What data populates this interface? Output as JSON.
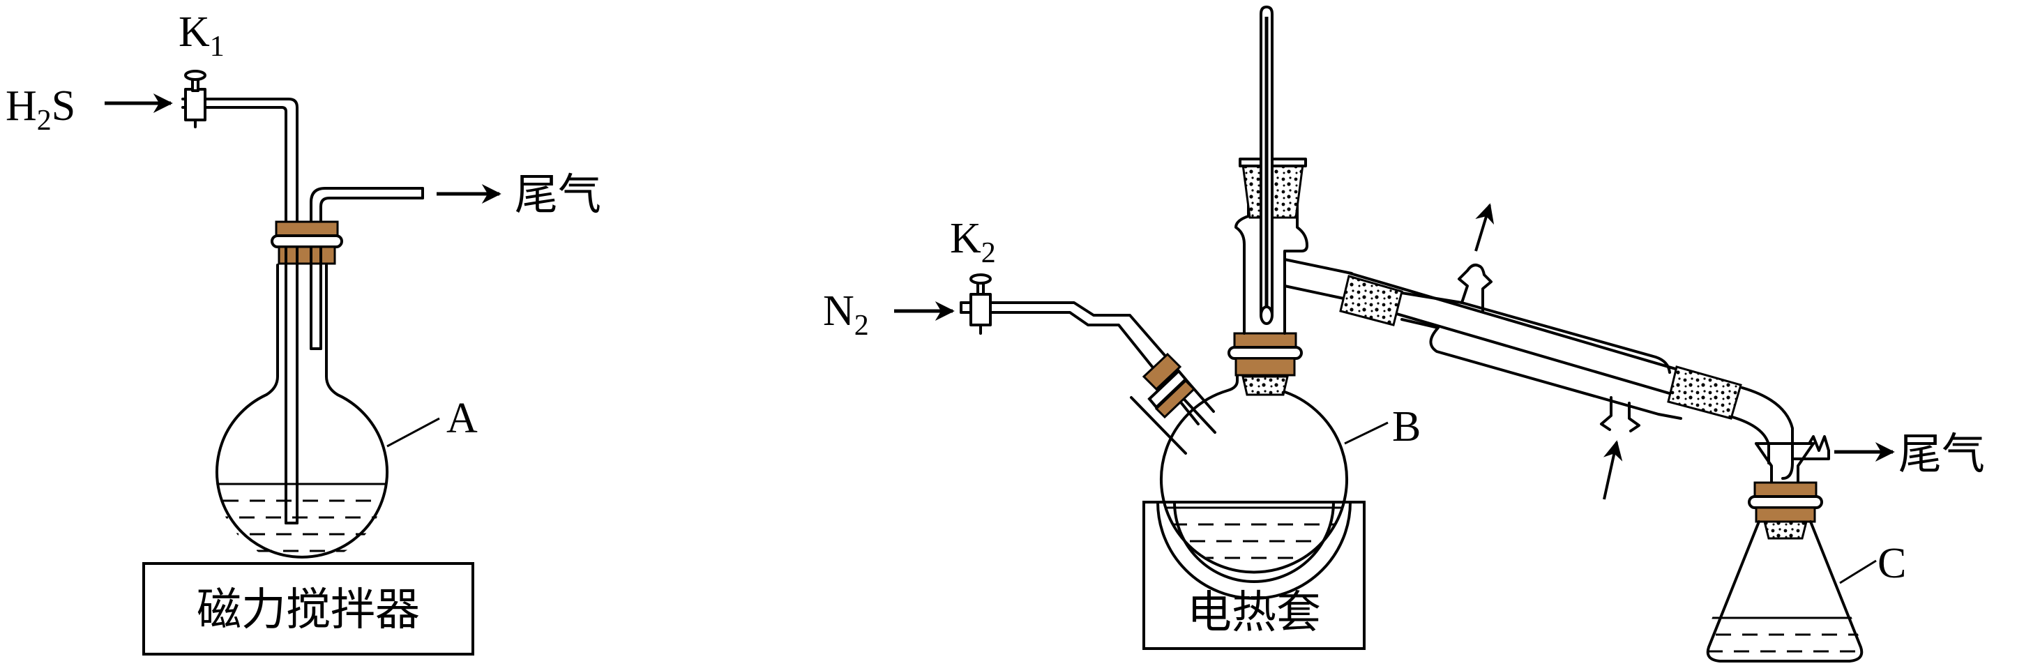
{
  "colors": {
    "stopper": "#b07a43",
    "ink": "#000000",
    "background": "#ffffff"
  },
  "apparatus_a": {
    "gas_in": {
      "sym": "H",
      "sub": "2",
      "tail": "S"
    },
    "valve": {
      "sym": "K",
      "sub": "1"
    },
    "exhaust": "尾气",
    "flask_label": "A",
    "stirrer": "磁力搅拌器"
  },
  "apparatus_b": {
    "gas_in": {
      "sym": "N",
      "sub": "2"
    },
    "valve": {
      "sym": "K",
      "sub": "2"
    },
    "flask_label": "B",
    "heater": "电热套",
    "exhaust": "尾气",
    "receiver_label": "C"
  },
  "icons": [
    "arrow-icon",
    "stopcock-icon",
    "thermometer-icon",
    "condenser-icon"
  ]
}
